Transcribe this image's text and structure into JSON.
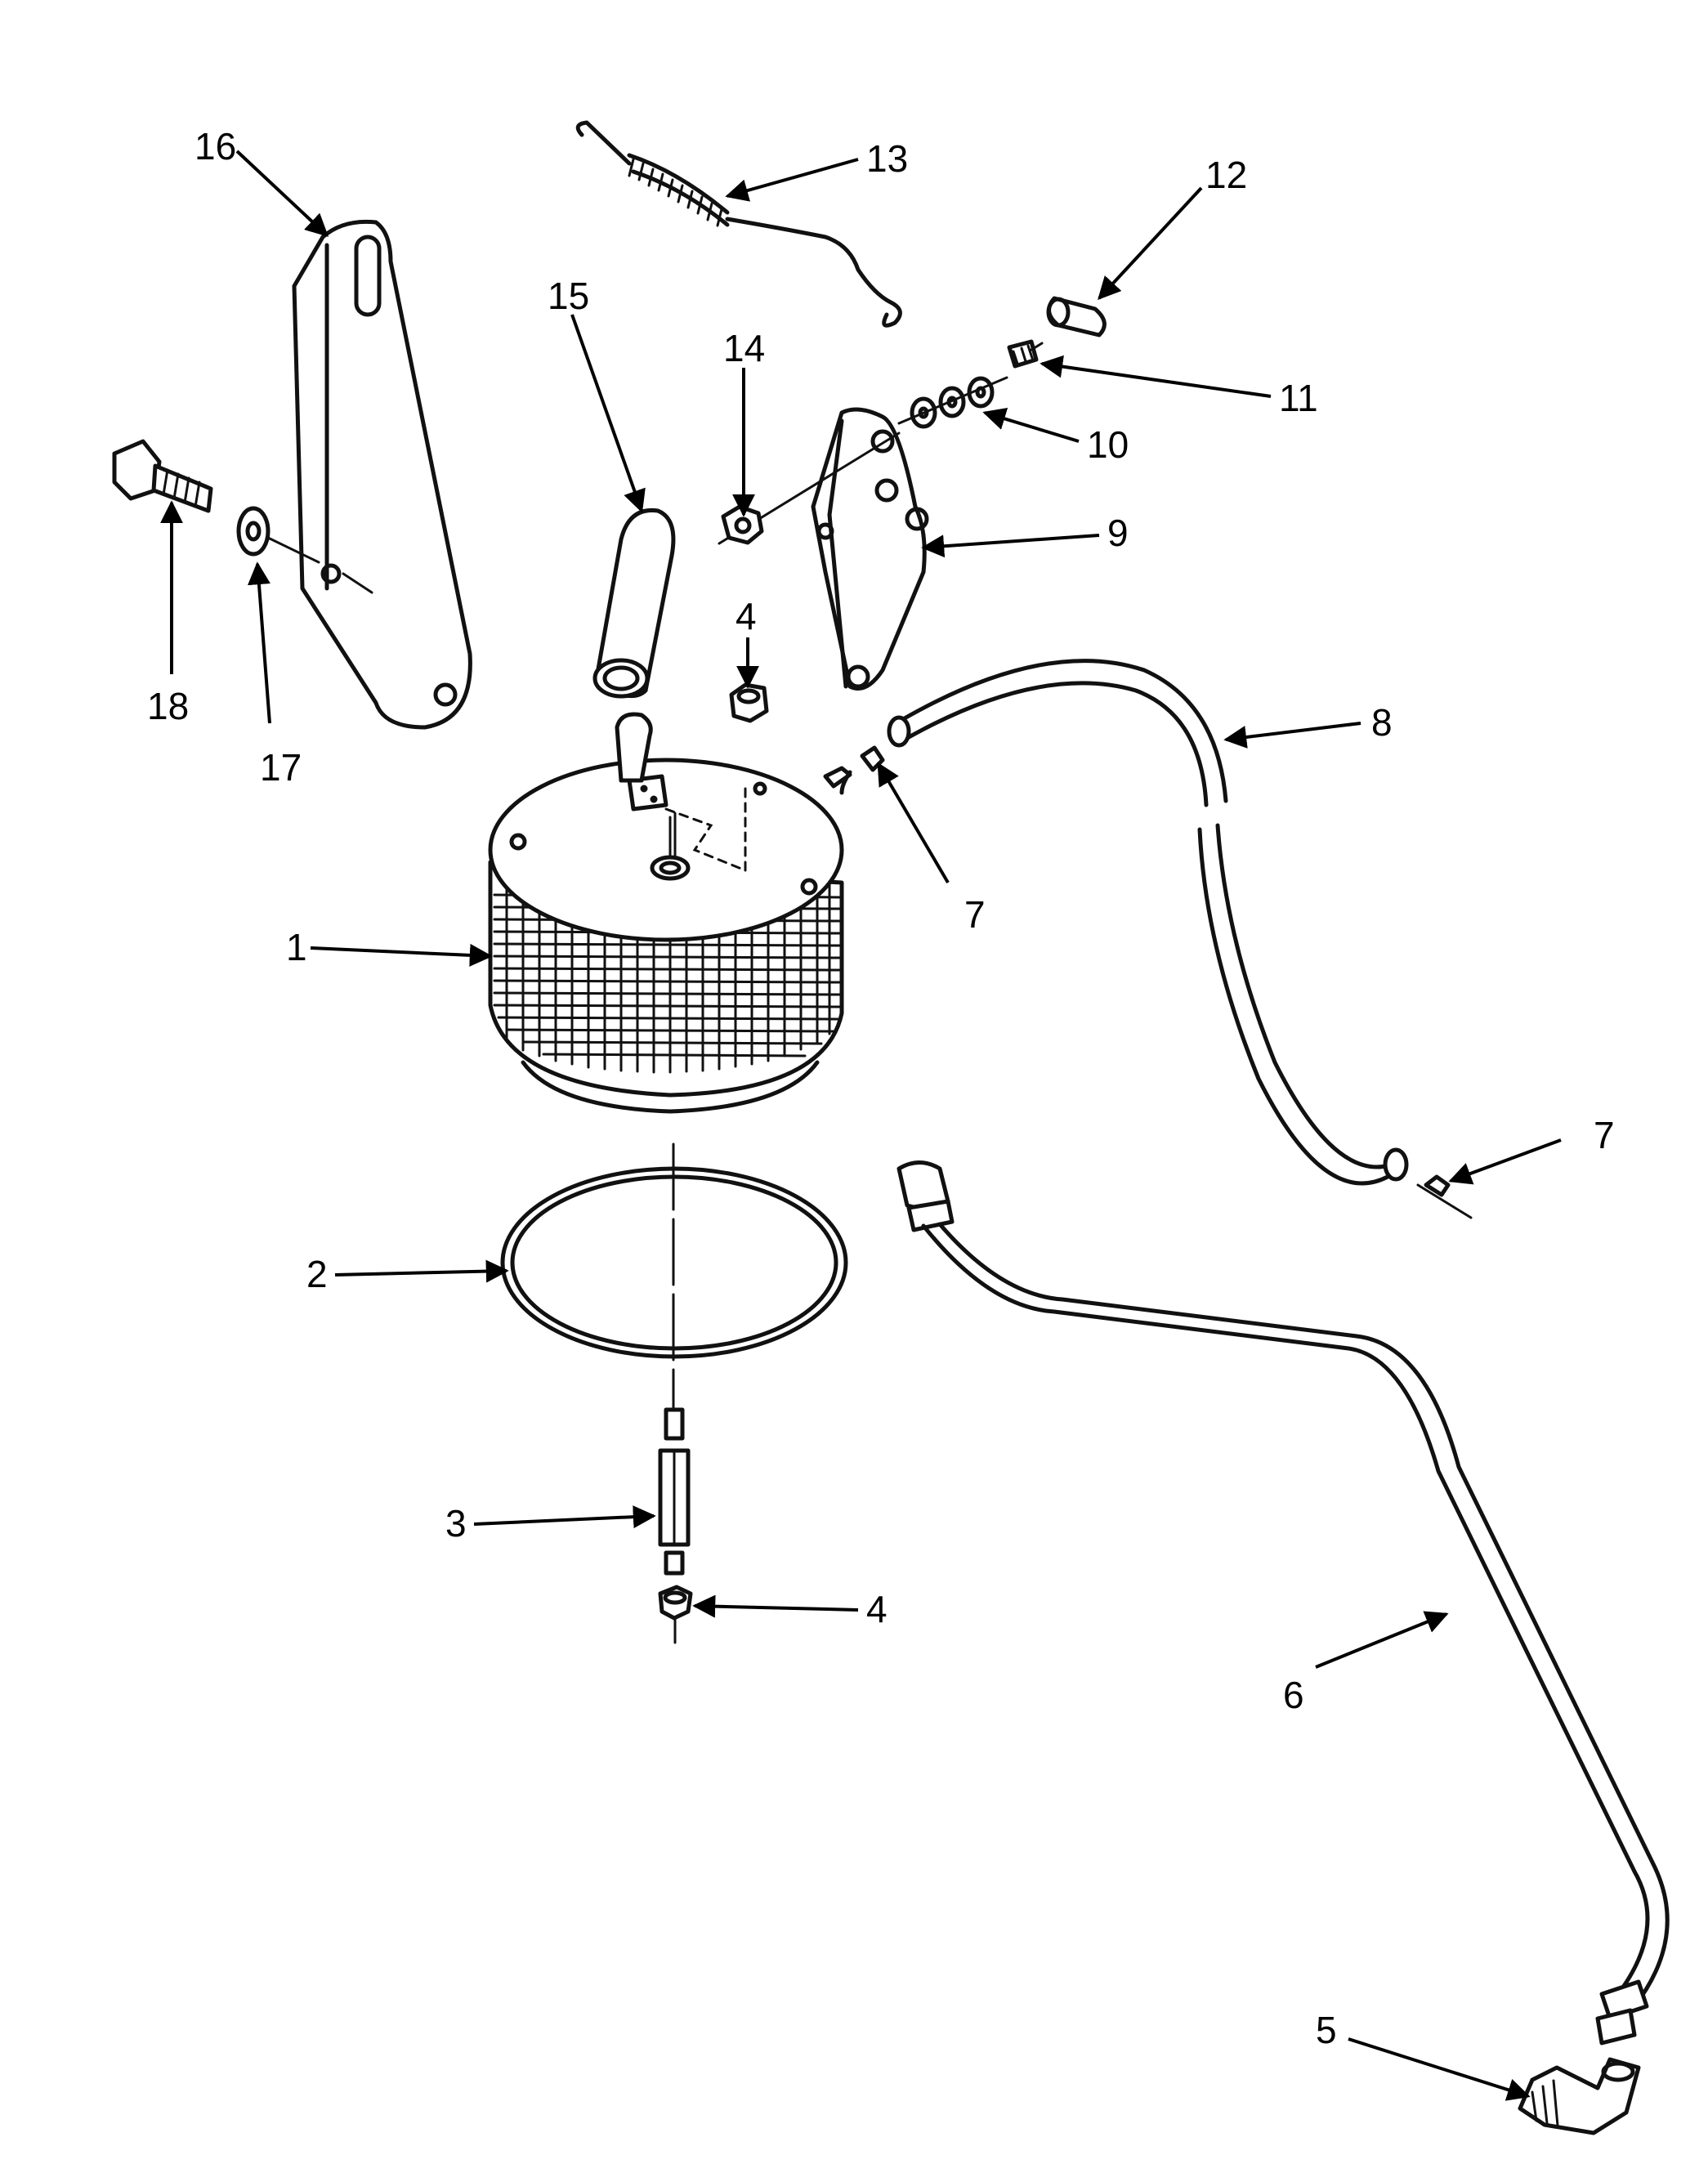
{
  "callouts": {
    "c1": "1",
    "c2": "2",
    "c3": "3",
    "c4a": "4",
    "c4b": "4",
    "c5": "5",
    "c6": "6",
    "c7a": "7",
    "c7b": "7",
    "c8": "8",
    "c9": "9",
    "c10": "10",
    "c11": "11",
    "c12": "12",
    "c13": "13",
    "c14": "14",
    "c15": "15",
    "c16": "16",
    "c17": "17",
    "c18": "18"
  }
}
